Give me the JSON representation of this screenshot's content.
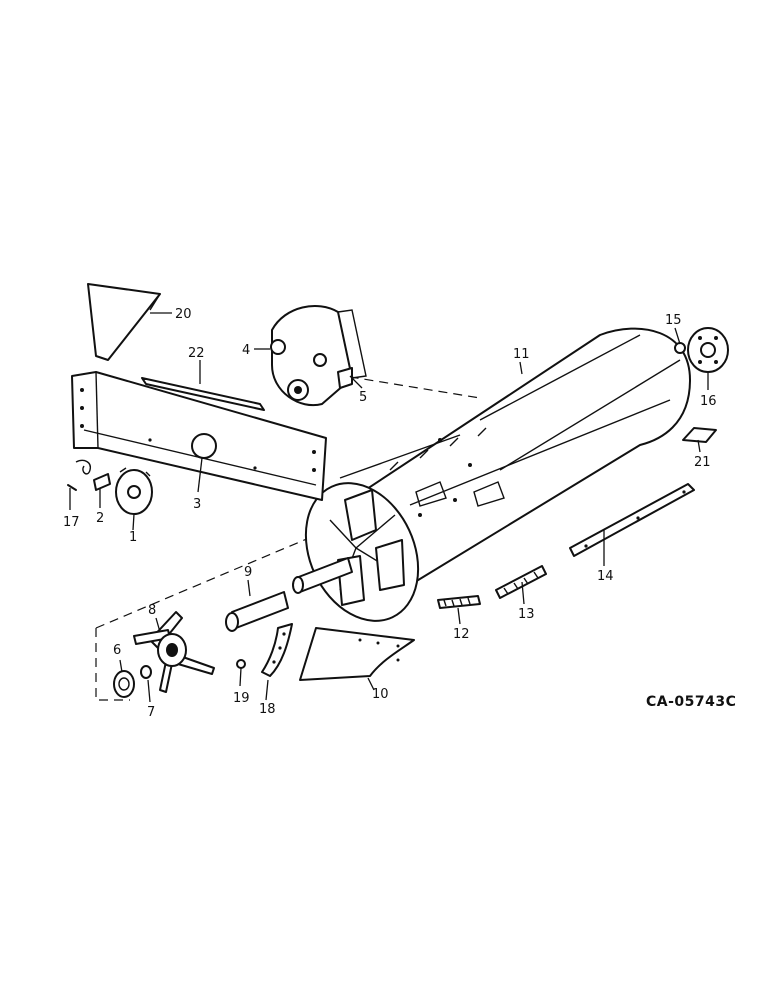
{
  "drawing": {
    "reference": "CA-05743C",
    "callouts": [
      "1",
      "2",
      "3",
      "4",
      "5",
      "6",
      "7",
      "8",
      "9",
      "10",
      "11",
      "12",
      "13",
      "14",
      "15",
      "16",
      "17",
      "18",
      "19",
      "20",
      "21",
      "22"
    ]
  }
}
